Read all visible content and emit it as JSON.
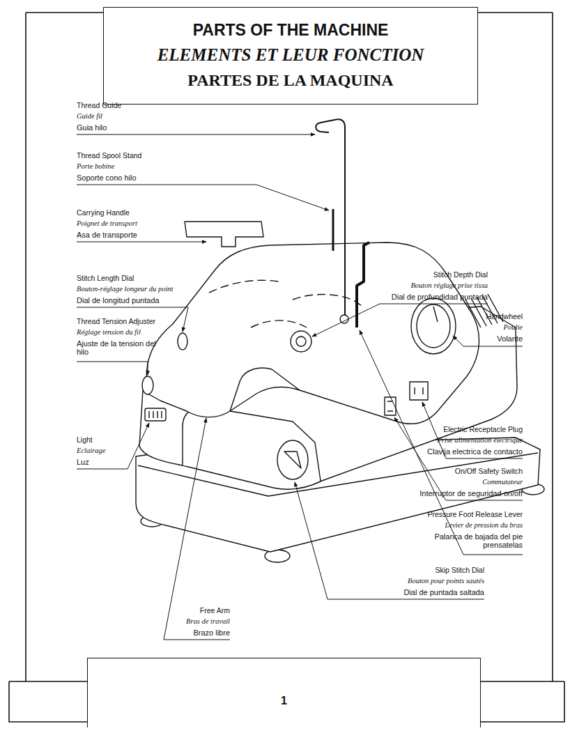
{
  "diagram": {
    "nodes": [
      {
        "text": [
          "PARTS OF THE MACHINE",
          "ELEMENTS ET LEUR FONCTION",
          "PARTES DE LA MAQUINA"
        ]
      },
      {
        "text": [
          "1"
        ]
      }
    ],
    "labels": [
      "Thread Guide",
      "Guide fil",
      "Guia hilo",
      "Thread Spool Stand",
      "Porte bobine",
      "Soporte cono hilo",
      "Carrying Handle",
      "Poignet de transport",
      "Asa de transporte",
      "Stitch Length Dial",
      "Bouton-réglage longeur du point",
      "Dial de longitud puntada",
      "Thread Tension Adjuster",
      "Réglage tension du fil",
      "Ajuste de la tension del hilo",
      "Light",
      "Eclairage",
      "Luz",
      "Stitch Depth Dial",
      "Bouton réglage prise tissu",
      "Dial de profundidad puntada",
      "Handwheel",
      "Poulie",
      "Volante",
      "Electric Receptacle Plug",
      "Prise alimentation électrique",
      "Clavija electrica de contacto",
      "On/Off Safety Switch",
      "Commutateur",
      "Interruptor de seguridad on/off",
      "Pressure Foot Release Lever",
      "Levier de pression du bras",
      "Palanca de bajada del pie prensatelas",
      "Skip Stitch Dial",
      "Bouton pour points sautés",
      "Dial de puntada saltada",
      "Free Arm",
      "Bras de travail",
      "Brazo libre"
    ]
  }
}
